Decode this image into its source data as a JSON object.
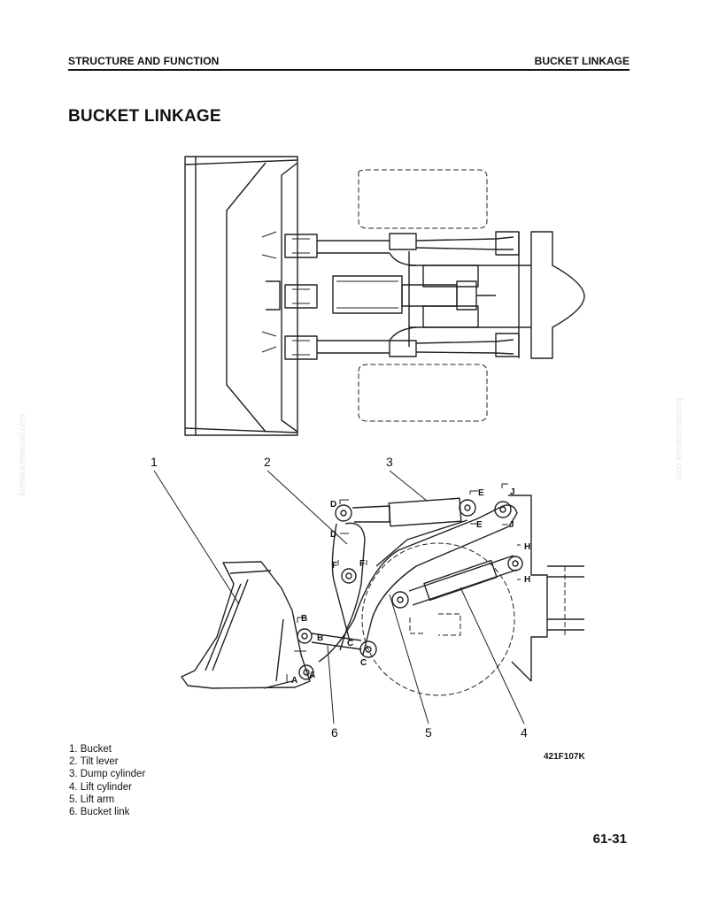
{
  "header": {
    "left": "STRUCTURE AND FUNCTION",
    "right": "BUCKET LINKAGE"
  },
  "title": "BUCKET LINKAGE",
  "figure": {
    "callouts": [
      "1",
      "2",
      "3",
      "6",
      "5",
      "4"
    ],
    "pin_labels": [
      "A",
      "A",
      "B",
      "B",
      "C",
      "C",
      "D",
      "D",
      "E",
      "E",
      "F",
      "F",
      "J",
      "J",
      "H",
      "H"
    ],
    "code": "421F107K"
  },
  "legend": [
    "1. Bucket",
    "2. Tilt lever",
    "3. Dump cylinder",
    "4. Lift cylinder",
    "5. Lift arm",
    "6. Bucket link"
  ],
  "page_number": "61-31",
  "watermark": "komatsumanual.com"
}
